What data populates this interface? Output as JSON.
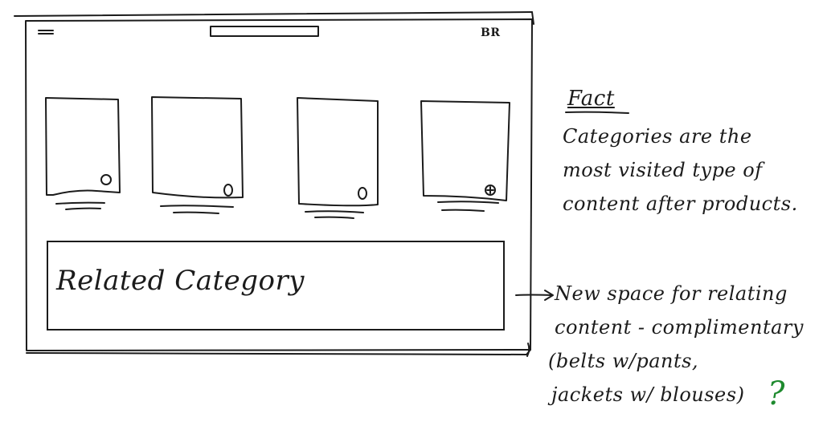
{
  "wireframe": {
    "header": {
      "menu_icon": "hamburger-menu-icon",
      "search_bar": "",
      "account_label": "BR"
    },
    "product_cards": [
      {
        "action_icon": "circle-icon"
      },
      {
        "action_icon": "circle-icon"
      },
      {
        "action_icon": "circle-icon"
      },
      {
        "action_icon": "circle-plus-icon"
      }
    ],
    "related_section": {
      "label": "Related Category"
    }
  },
  "annotations": {
    "fact": {
      "heading": "Fact",
      "lines": [
        "Categories are the",
        "most visited type of",
        "content after products."
      ]
    },
    "note": {
      "lines": [
        "New space for relating",
        "content - complimentary",
        "(belts w/pants,",
        "jackets w/ blouses)"
      ],
      "question_mark": "?",
      "question_color": "#1e8a2e"
    }
  }
}
